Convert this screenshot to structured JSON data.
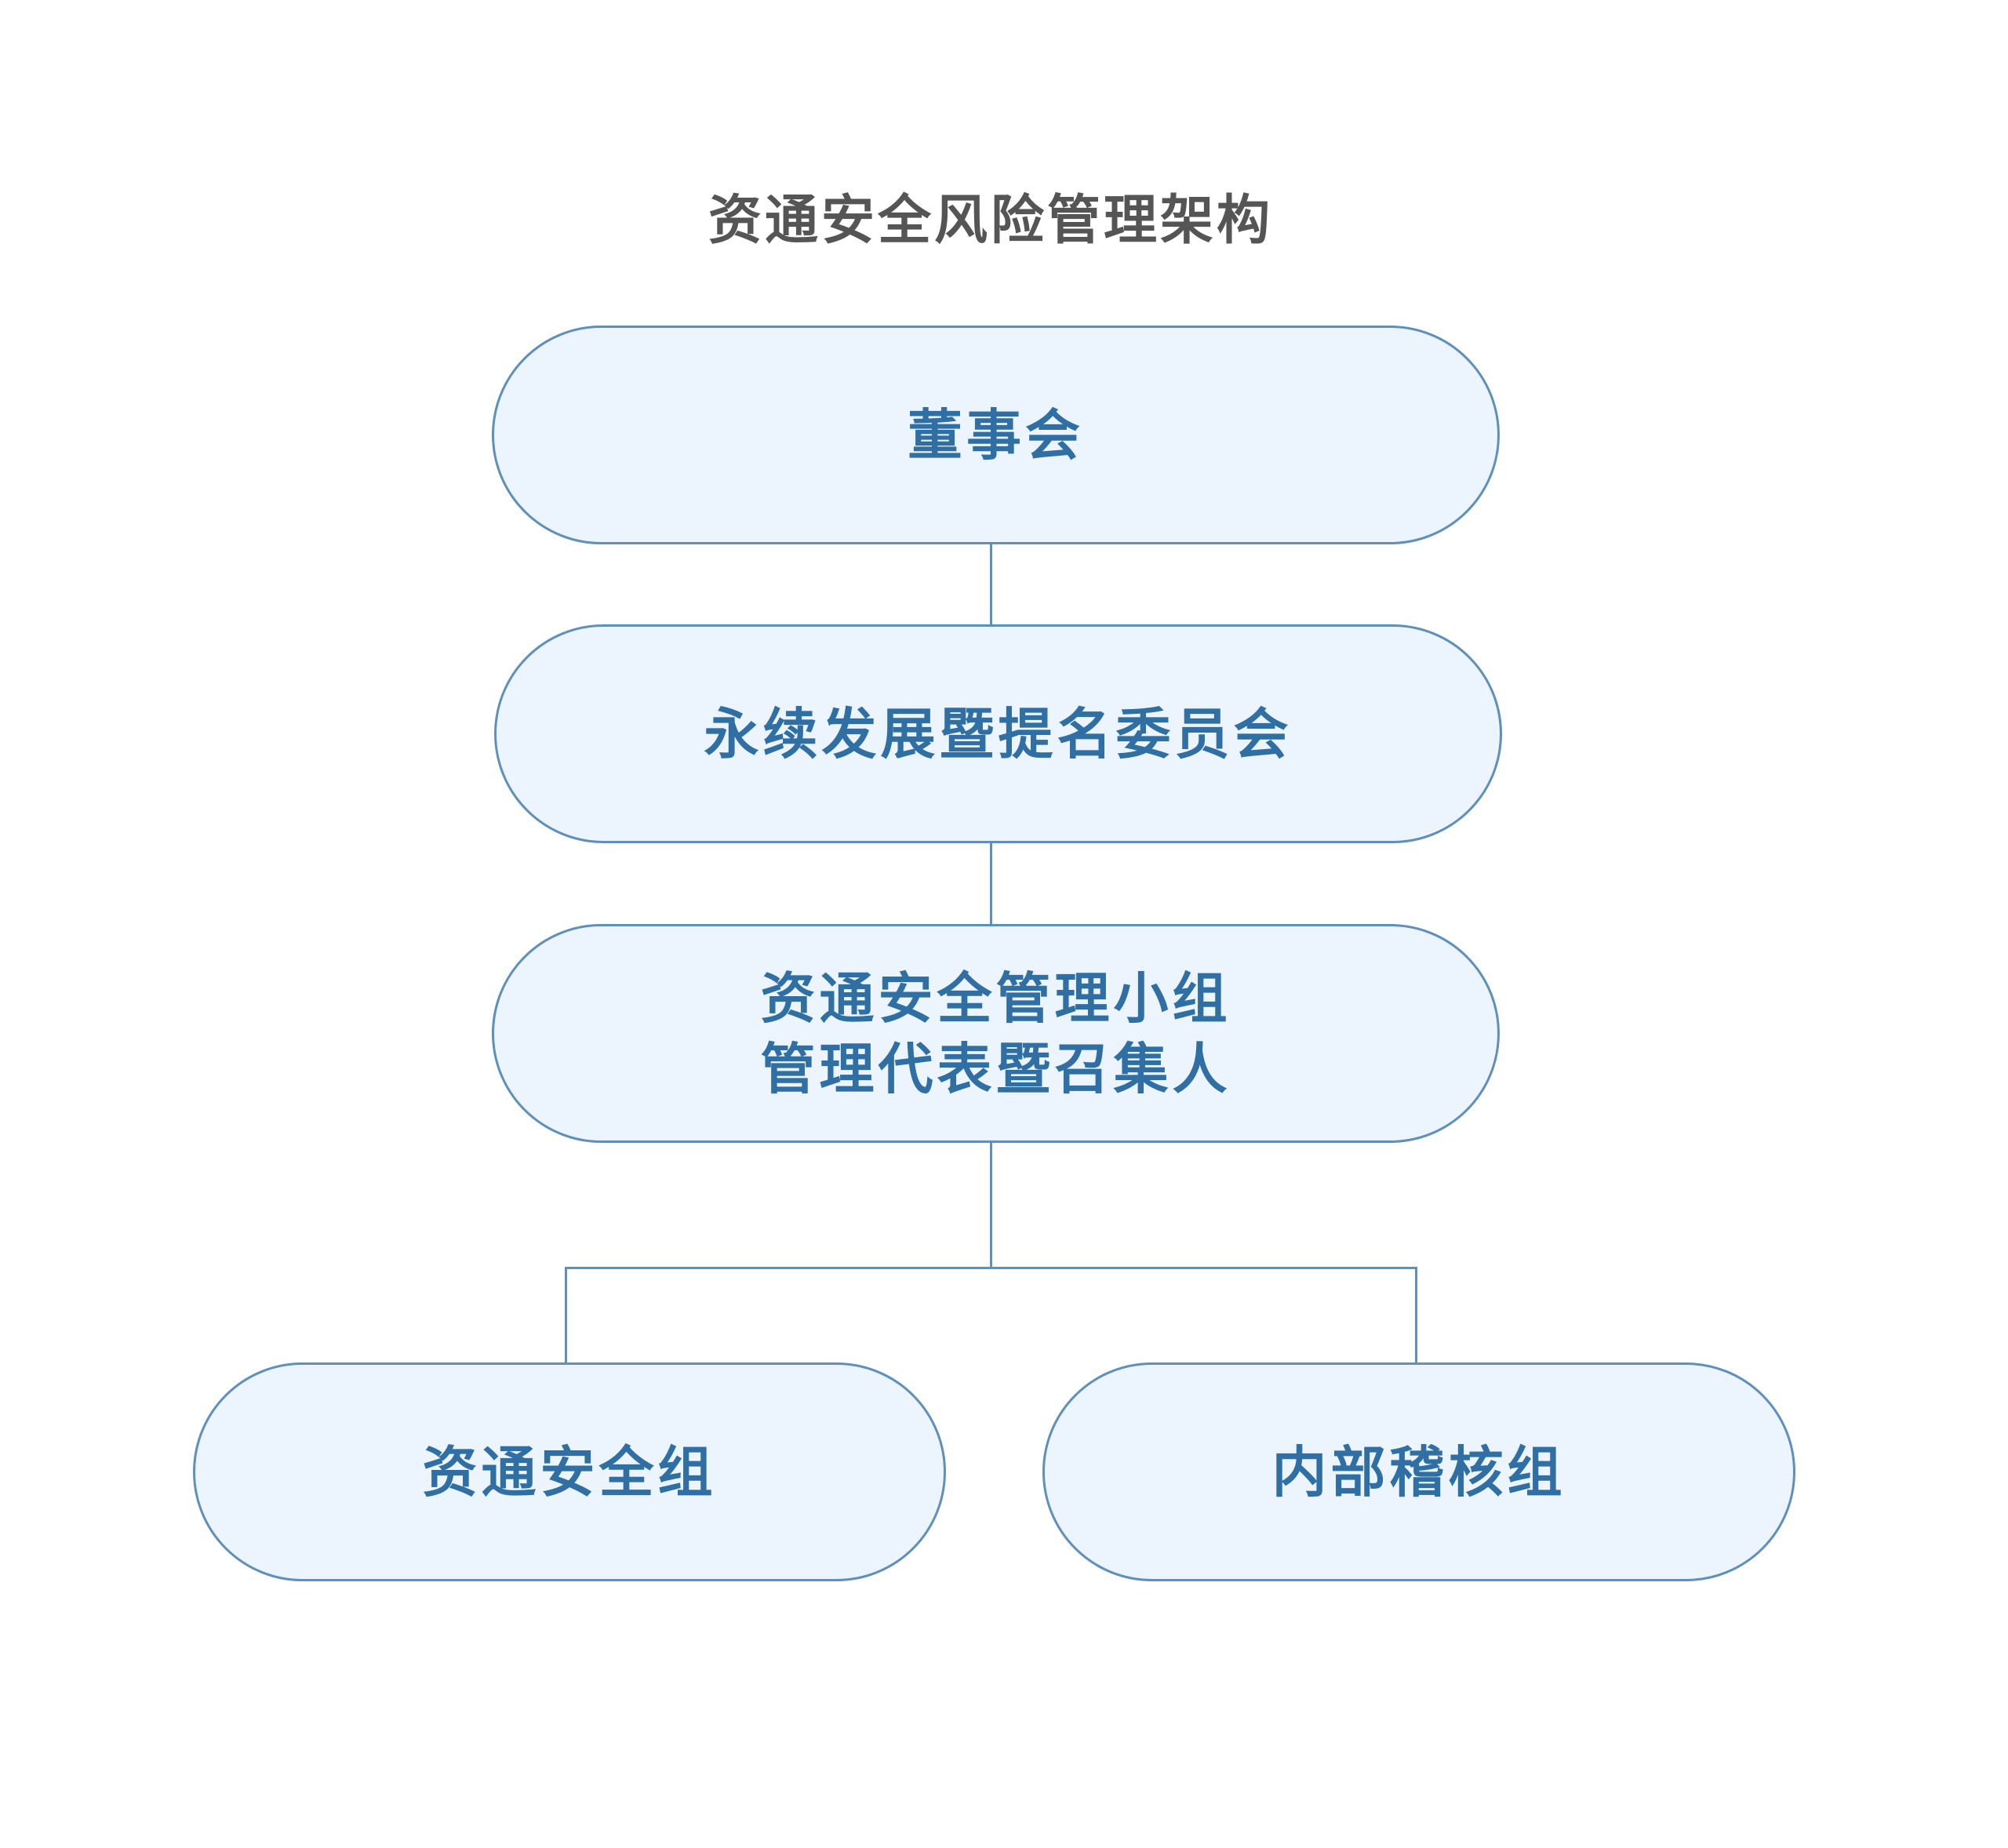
{
  "title": "资通安全风险管理架构",
  "nodes": {
    "board": "董事会",
    "committee": "永续发展暨提名委员会",
    "team_line1": "资通安全管理小组",
    "team_line2": "管理代表暨召集人",
    "security_group": "资通安全组",
    "audit_group": "内部稽核组"
  },
  "colors": {
    "border": "#5f8fbb",
    "fill": "#ecf5fd",
    "text": "#2f6fa4",
    "title": "#555555"
  }
}
